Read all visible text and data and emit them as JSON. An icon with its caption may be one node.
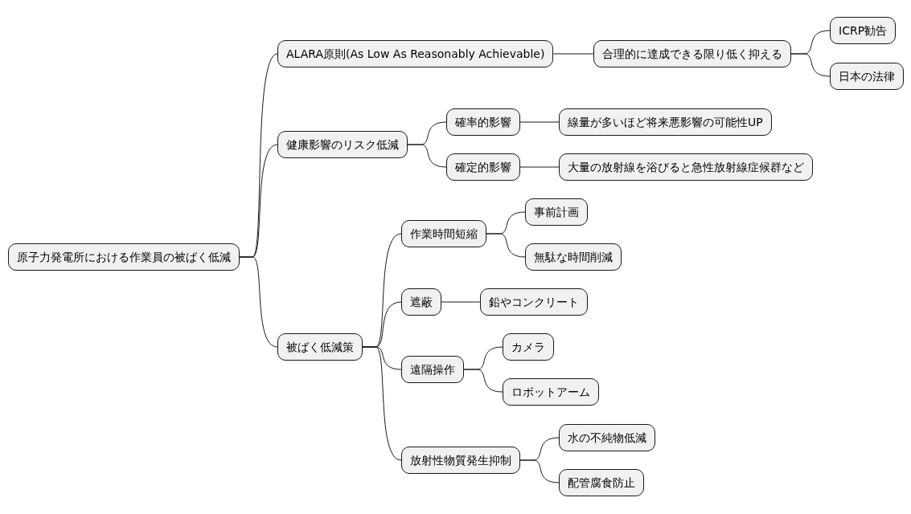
{
  "diagram": {
    "nodes": [
      {
        "text": [
          "原子力発電所における作業員の被ばく低減"
        ]
      },
      {
        "text": [
          "ALARA原則(As Low As Reasonably Achievable)"
        ]
      },
      {
        "text": [
          "合理的に達成できる限り低く抑える"
        ]
      },
      {
        "text": [
          "ICRP勧告"
        ]
      },
      {
        "text": [
          "日本の法律"
        ]
      },
      {
        "text": [
          "健康影響のリスク低減"
        ]
      },
      {
        "text": [
          "確率的影響"
        ]
      },
      {
        "text": [
          "線量が多いほど将来悪影響の可能性UP"
        ]
      },
      {
        "text": [
          "確定的影響"
        ]
      },
      {
        "text": [
          "大量の放射線を浴びると急性放射線症候群など"
        ]
      },
      {
        "text": [
          "被ばく低減策"
        ]
      },
      {
        "text": [
          "作業時間短縮"
        ]
      },
      {
        "text": [
          "事前計画"
        ]
      },
      {
        "text": [
          "無駄な時間削減"
        ]
      },
      {
        "text": [
          "遮蔽"
        ]
      },
      {
        "text": [
          "鉛やコンクリート"
        ]
      },
      {
        "text": [
          "遠隔操作"
        ]
      },
      {
        "text": [
          "カメラ"
        ]
      },
      {
        "text": [
          "ロボットアーム"
        ]
      },
      {
        "text": [
          "放射性物質発生抑制"
        ]
      },
      {
        "text": [
          "水の不純物低減"
        ]
      },
      {
        "text": [
          "配管腐食防止"
        ]
      }
    ],
    "edges": [
      {
        "from": 0,
        "to": 1,
        "arrow": "none"
      },
      {
        "from": 1,
        "to": 2,
        "arrow": "none"
      },
      {
        "from": 2,
        "to": 3,
        "arrow": "none"
      },
      {
        "from": 2,
        "to": 4,
        "arrow": "none"
      },
      {
        "from": 0,
        "to": 5,
        "arrow": "none"
      },
      {
        "from": 5,
        "to": 6,
        "arrow": "none"
      },
      {
        "from": 6,
        "to": 7,
        "arrow": "none"
      },
      {
        "from": 5,
        "to": 8,
        "arrow": "none"
      },
      {
        "from": 8,
        "to": 9,
        "arrow": "none"
      },
      {
        "from": 0,
        "to": 10,
        "arrow": "none"
      },
      {
        "from": 10,
        "to": 11,
        "arrow": "none"
      },
      {
        "from": 11,
        "to": 12,
        "arrow": "none"
      },
      {
        "from": 11,
        "to": 13,
        "arrow": "none"
      },
      {
        "from": 10,
        "to": 14,
        "arrow": "none"
      },
      {
        "from": 14,
        "to": 15,
        "arrow": "none"
      },
      {
        "from": 10,
        "to": 16,
        "arrow": "none"
      },
      {
        "from": 16,
        "to": 17,
        "arrow": "none"
      },
      {
        "from": 16,
        "to": 18,
        "arrow": "none"
      },
      {
        "from": 10,
        "to": 19,
        "arrow": "none"
      },
      {
        "from": 19,
        "to": 20,
        "arrow": "none"
      },
      {
        "from": 19,
        "to": 21,
        "arrow": "none"
      }
    ]
  }
}
